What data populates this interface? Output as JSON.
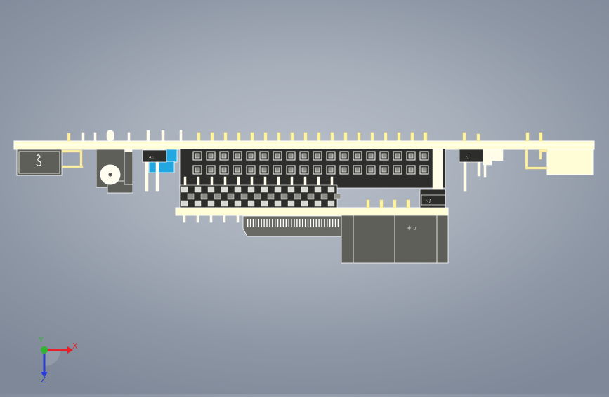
{
  "viewport": {
    "background_colors": [
      "#b8bfca",
      "#8e97a5"
    ],
    "model": {
      "pcb_color": "#fffdd6",
      "component_color": "#5f5f5a",
      "pin_color": "#fff6a0",
      "highlight_color": "#22a7e0",
      "header_holes_per_row": 18,
      "header_rows": 2
    },
    "triad": {
      "x_label": "X",
      "y_label": "Y",
      "z_label": "Z",
      "x_color": "#e8202a",
      "y_color": "#2fb52f",
      "z_color": "#2a3bd6"
    }
  }
}
